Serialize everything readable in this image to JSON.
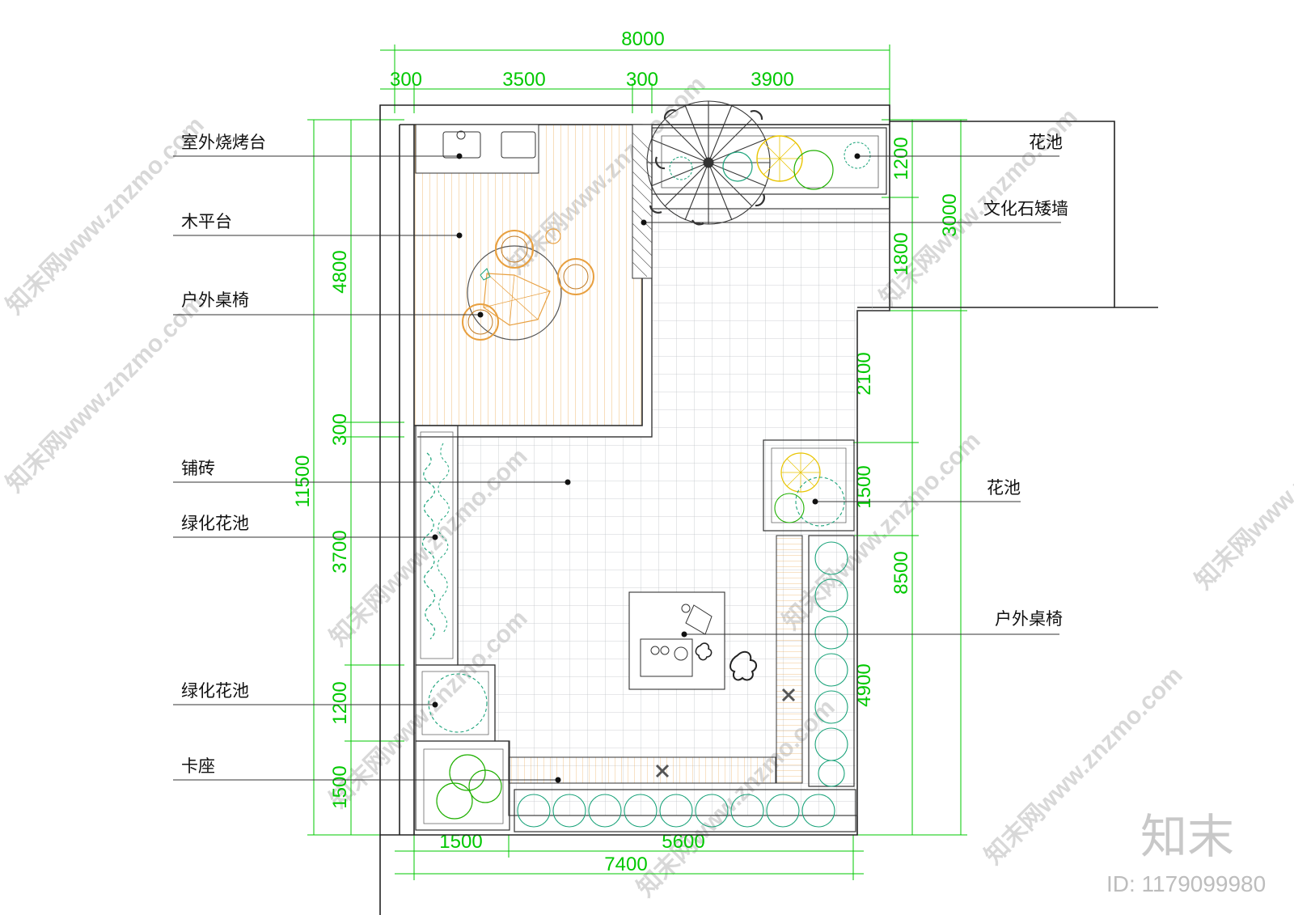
{
  "dimensions": {
    "top_total": "8000",
    "top": [
      "300",
      "3500",
      "300",
      "3900"
    ],
    "left_total": "11500",
    "left": [
      "4800",
      "300",
      "3700",
      "1200",
      "1500"
    ],
    "right_outer": [
      "3000",
      "8500"
    ],
    "right_inner": [
      "1200",
      "1800",
      "2100",
      "1500",
      "4900"
    ],
    "bottom": [
      "1500",
      "5600"
    ],
    "bottom_total": "7400"
  },
  "labels": {
    "left": [
      "室外烧烤台",
      "木平台",
      "户外桌椅",
      "铺砖",
      "绿化花池",
      "绿化花池",
      "卡座"
    ],
    "right": [
      "花池",
      "文化石矮墙",
      "花池",
      "户外桌椅"
    ]
  },
  "watermark": {
    "text": "知末网www.znzmo.com",
    "brand": "知末",
    "id": "ID: 1179099980"
  },
  "colors": {
    "dimension": "#00c800",
    "wood_deck": "#e8a040",
    "planting": "#1aa37a",
    "tiles": "#c0c4c8",
    "lines": "#222222"
  }
}
